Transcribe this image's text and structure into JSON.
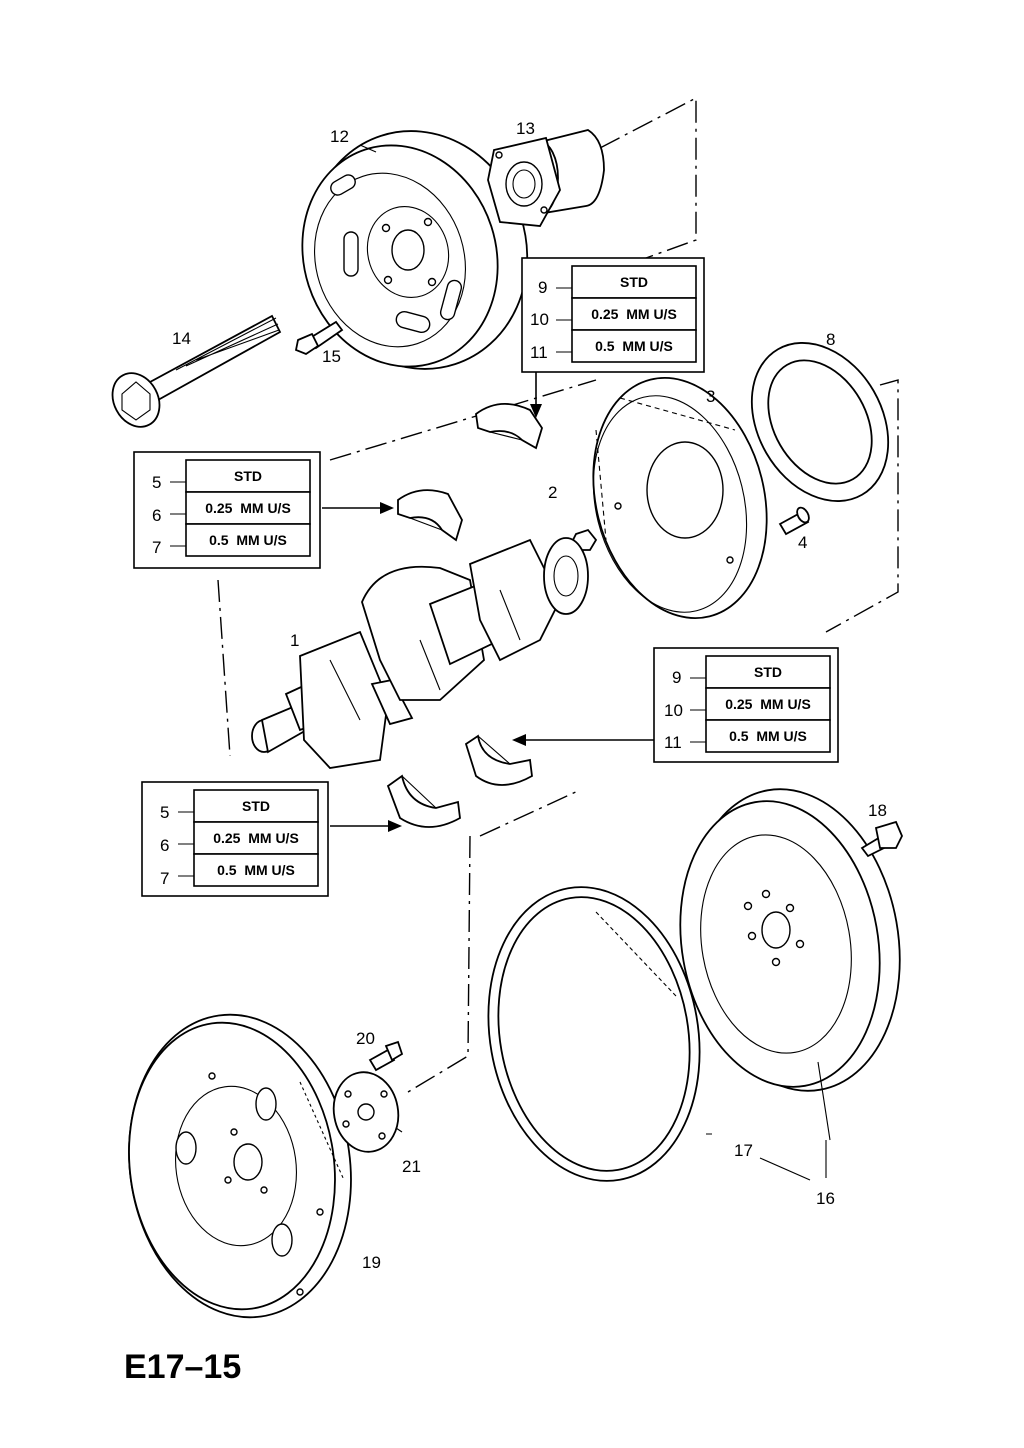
{
  "title": "E17–15",
  "callouts": {
    "c1": "1",
    "c2": "2",
    "c3": "3",
    "c4": "4",
    "c8": "8",
    "c12": "12",
    "c13": "13",
    "c14": "14",
    "c15": "15",
    "c16": "16",
    "c17": "17",
    "c18": "18",
    "c19": "19",
    "c20": "20",
    "c21": "21"
  },
  "tables": [
    {
      "rows": [
        {
          "num": "9",
          "label": "STD"
        },
        {
          "num": "10",
          "label": "0.25  MM U/S"
        },
        {
          "num": "11",
          "label": "0.5  MM U/S"
        }
      ]
    },
    {
      "rows": [
        {
          "num": "5",
          "label": "STD"
        },
        {
          "num": "6",
          "label": "0.25  MM U/S"
        },
        {
          "num": "7",
          "label": "0.5  MM U/S"
        }
      ]
    },
    {
      "rows": [
        {
          "num": "9",
          "label": "STD"
        },
        {
          "num": "10",
          "label": "0.25  MM U/S"
        },
        {
          "num": "11",
          "label": "0.5  MM U/S"
        }
      ]
    },
    {
      "rows": [
        {
          "num": "5",
          "label": "STD"
        },
        {
          "num": "6",
          "label": "0.25  MM U/S"
        },
        {
          "num": "7",
          "label": "0.5  MM U/S"
        }
      ]
    }
  ]
}
